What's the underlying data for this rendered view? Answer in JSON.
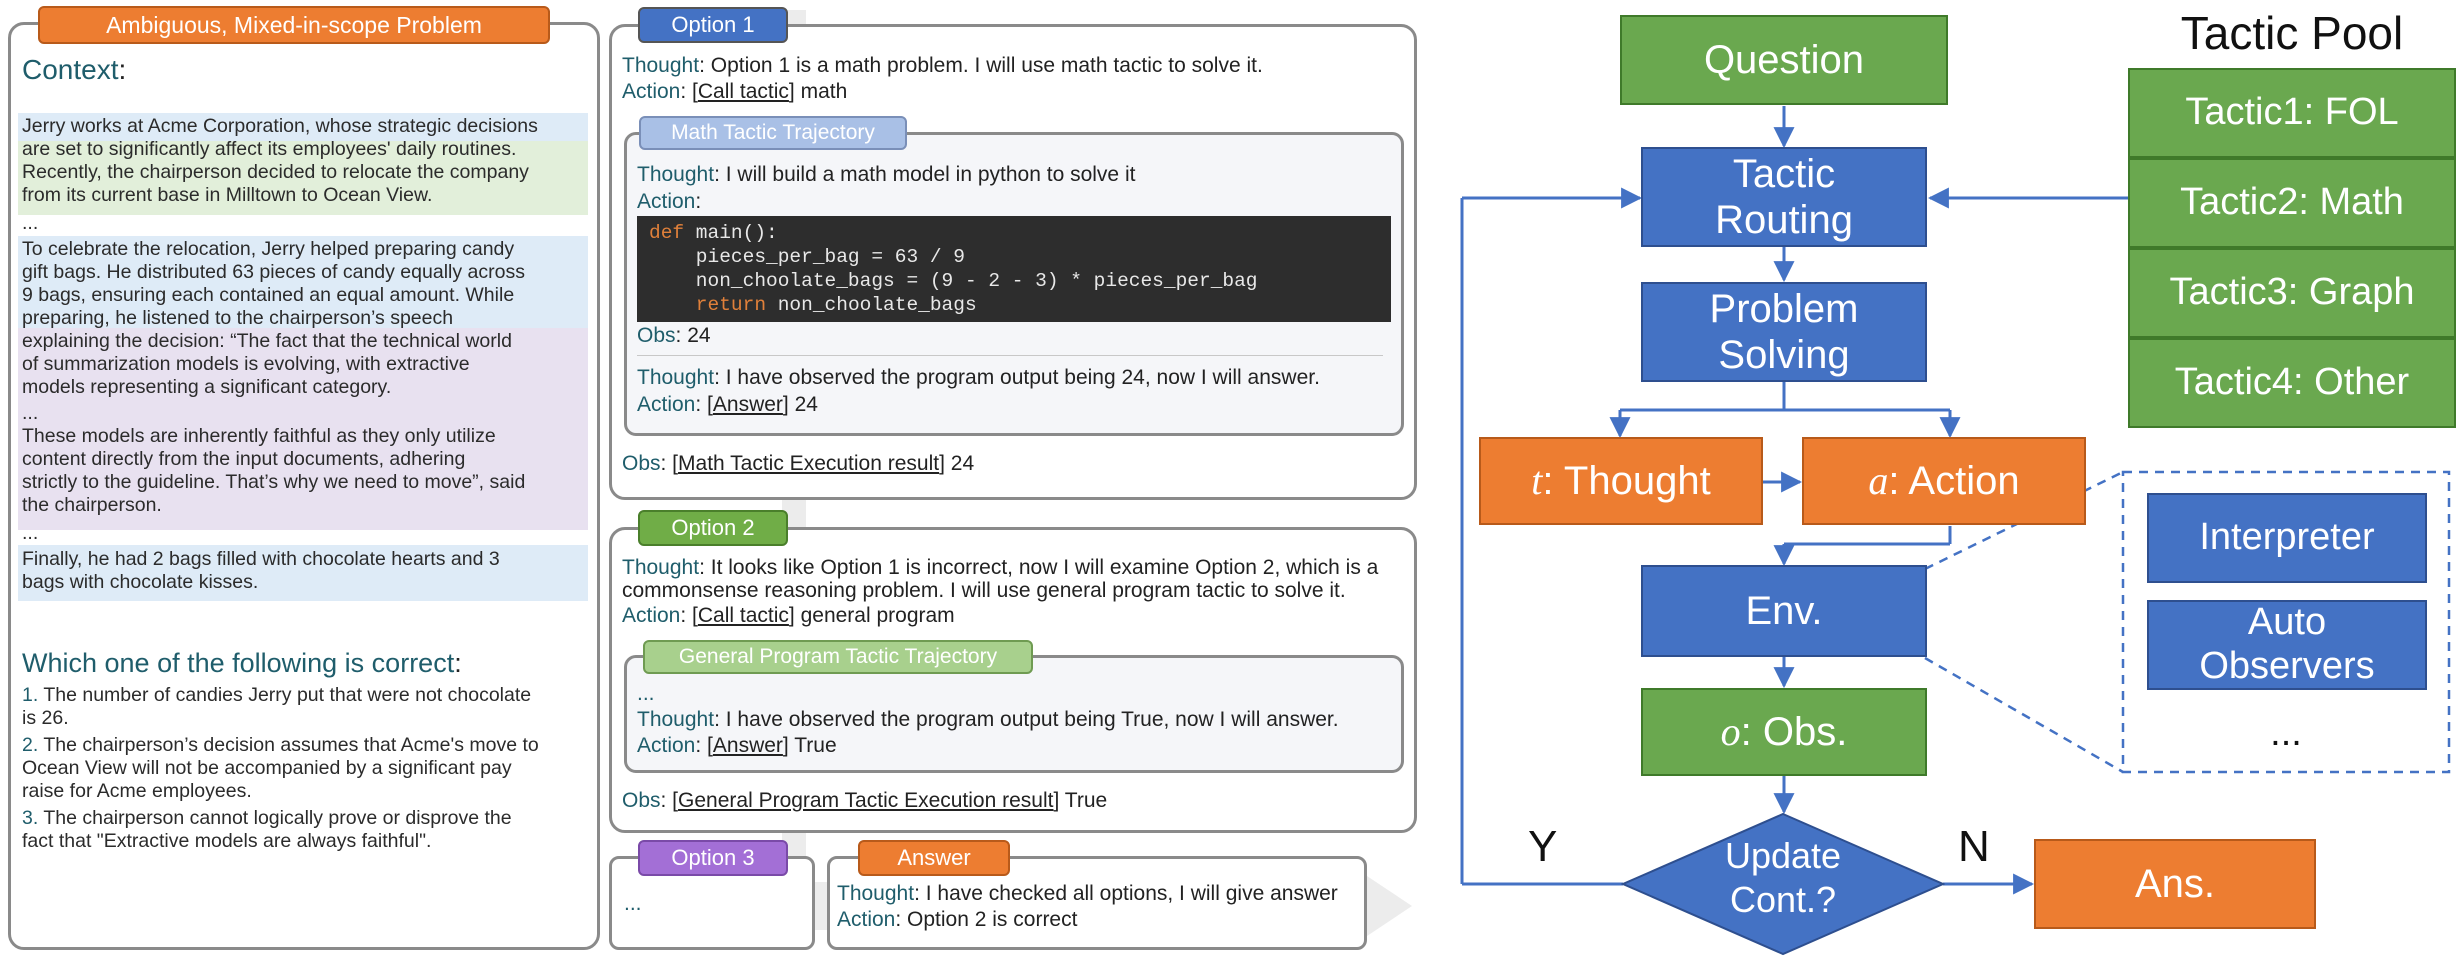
{
  "left": {
    "header": "Ambiguous, Mixed-in-scope Problem",
    "context_title": "Context",
    "context_lines": [
      "Jerry works at Acme Corporation, whose strategic decisions",
      "are set to significantly affect its employees' daily routines.",
      "Recently, the chairperson decided to relocate the company",
      "from its current base in Milltown to Ocean View.",
      "...",
      "To celebrate the relocation, Jerry helped preparing candy",
      "gift bags. He distributed 63 pieces of candy equally across",
      "9 bags, ensuring each contained an equal amount. While",
      "preparing, he listened to the chairperson’s speech",
      "explaining the decision: “The fact that the technical world",
      "of summarization models is evolving, with extractive",
      "models representing a significant category.",
      "...",
      "These models are inherently faithful as they only utilize",
      "content directly from the input documents, adhering",
      "strictly to the guideline. That’s why we need to move”, said",
      "the chairperson.",
      "...",
      "Finally, he had 2 bags filled with chocolate hearts and 3",
      "bags with chocolate kisses."
    ],
    "question_title": "Which one of the following is correct",
    "options": [
      {
        "num": "1.",
        "lines": [
          " The number of candies Jerry put that were not chocolate",
          "is 26."
        ]
      },
      {
        "num": "2.",
        "lines": [
          " The chairperson’s decision assumes that Acme's move to",
          "Ocean View will not be accompanied by a significant pay",
          "raise for Acme employees."
        ]
      },
      {
        "num": "3.",
        "lines": [
          " The chairperson cannot logically prove or disprove the",
          "fact that \"Extractive models are always faithful\"."
        ]
      }
    ]
  },
  "labels": {
    "thought": "Thought",
    "action": "Action",
    "obs": "Obs"
  },
  "option1": {
    "tag": "Option 1",
    "thought": "Option 1 is a math problem. I will use math tactic to solve it.",
    "action_link": "Call tactic",
    "action_arg": "math",
    "traj_tag": "Math Tactic Trajectory",
    "traj_thought": "I will build a math model in python to solve it",
    "code": {
      "kw_def": "def",
      "line1": " main():",
      "line2": "    pieces_per_bag = 63 / 9",
      "line3": "    non_choolate_bags = (9 - 2 - 3) * pieces_per_bag",
      "kw_return": "    return",
      "line4": " non_choolate_bags"
    },
    "traj_obs": "24",
    "traj_thought2": "I have observed the program output being 24, now I will answer.",
    "traj_action_link": "Answer",
    "traj_action_arg": "24",
    "obs_link": "Math Tactic Execution result",
    "obs_arg": "24"
  },
  "option2": {
    "tag": "Option 2",
    "thought_line1": "It looks like Option 1 is incorrect, now I will examine Option 2, which is a",
    "thought_line2": "commonsense reasoning problem. I will use general program tactic to solve it.",
    "action_link": "Call tactic",
    "action_arg": "general program",
    "traj_tag": "General Program Tactic Trajectory",
    "traj_ellipsis": "...",
    "traj_thought": "I have observed the program output being True, now I will answer.",
    "traj_action_link": "Answer",
    "traj_action_arg": "True",
    "obs_link": "General Program Tactic Execution result",
    "obs_arg": "True"
  },
  "option3": {
    "tag": "Option 3",
    "ellipsis": "..."
  },
  "answer": {
    "tag": "Answer",
    "thought": "I have checked all options, I will give answer",
    "action": "Option 2 is correct"
  },
  "flow": {
    "question": "Question",
    "routing_line1": "Tactic",
    "routing_line2": "Routing",
    "solving_line1": "Problem",
    "solving_line2": "Solving",
    "thought_var": "t",
    "thought_label": ": Thought",
    "action_var": "a",
    "action_label": ": Action",
    "env": "Env.",
    "obs_var": "o",
    "obs_label": ": Obs.",
    "update_line1": "Update",
    "update_line2": "Cont.?",
    "yes": "Y",
    "no": "N",
    "ans": "Ans.",
    "pool_title": "Tactic Pool",
    "tactics": [
      "Tactic1: FOL",
      "Tactic2: Math",
      "Tactic3: Graph",
      "Tactic4: Other"
    ],
    "env_items": [
      "Interpreter",
      "Auto Observers"
    ],
    "env_more": "..."
  },
  "colors": {
    "header_orange": "#ed7d31",
    "option1_blue": "#4472c4",
    "option2_green": "#70ad47",
    "option3_purple": "#a36fd6",
    "math_traj": "#a9c0e6",
    "general_traj": "#a8d08d",
    "node_green": "#6aa84f",
    "node_blue": "#4472c4",
    "node_orange": "#ed7d31"
  }
}
